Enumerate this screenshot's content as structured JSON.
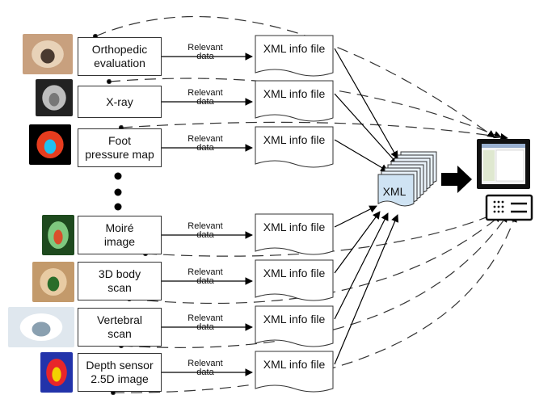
{
  "sources": [
    {
      "label": "Orthopedic\nevaluation",
      "icon": "orthopedic-evaluation-photo"
    },
    {
      "label": "X-ray",
      "icon": "xray-image"
    },
    {
      "label": "Foot\npressure map",
      "icon": "foot-pressure-image"
    },
    {
      "label": "Moiré\nimage",
      "icon": "moire-image"
    },
    {
      "label": "3D body\nscan",
      "icon": "body-scan-image"
    },
    {
      "label": "Vertebral\nscan",
      "icon": "vertebral-scanner-photo"
    },
    {
      "label": "Depth sensor\n2.5D image",
      "icon": "depth-sensor-image"
    }
  ],
  "relevant_data_label": "Relevant\ndata",
  "info_file_label": "XML info file",
  "xml_stack_label": "XML",
  "computer_icon": "desktop-computer-icon"
}
